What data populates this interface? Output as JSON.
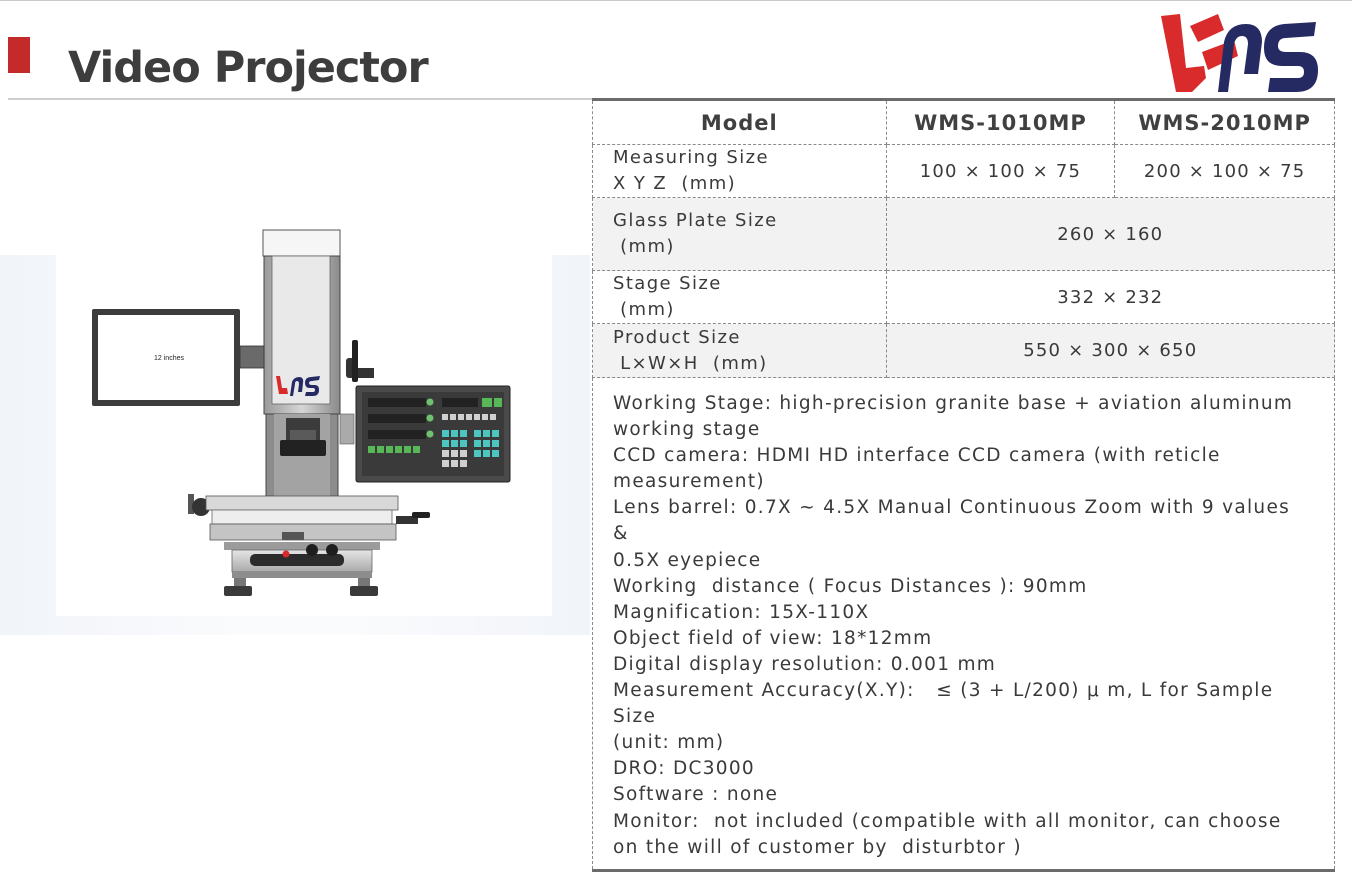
{
  "header": {
    "title": "Video Projector"
  },
  "product_image": {
    "screen_label": "12 inches"
  },
  "spec_table": {
    "header": {
      "model_label": "Model",
      "models": [
        "WMS-1010MP",
        "WMS-2010MP"
      ]
    },
    "rows": [
      {
        "label_lines": [
          "Measuring Size",
          "X Y Z  (mm)"
        ],
        "values": [
          "100 × 100 × 75",
          "200 × 100 × 75"
        ]
      },
      {
        "label_lines": [
          "Glass Plate Size",
          " (mm)"
        ],
        "value": "260 × 160"
      },
      {
        "label_lines": [
          "Stage Size",
          " (mm)"
        ],
        "value": "332 × 232"
      },
      {
        "label_lines": [
          "Product Size",
          " L×W×H  (mm)"
        ],
        "value": "550 × 300 × 650"
      }
    ],
    "features": [
      "Working Stage: high-precision granite base + aviation aluminum",
      "working stage",
      "CCD camera: HDMI HD interface CCD camera (with reticle",
      "measurement)",
      "Lens barrel: 0.7X ~ 4.5X Manual Continuous Zoom with 9 values  &",
      "0.5X eyepiece",
      "Working  distance ( Focus Distances ): 90mm",
      "Magnification: 15X-110X",
      "Object field of view: 18*12mm",
      "Digital display resolution: 0.001 mm",
      "Measurement Accuracy(X.Y):   ≤ (3 + L/200) μ m, L for Sample Size",
      "(unit: mm)",
      "DRO: DC3000",
      "Software : none",
      "Monitor:  not included (compatible with all monitor, can choose",
      "on the will of customer by  disturbtor )"
    ]
  },
  "colors": {
    "brand_red": "#d92b2b",
    "brand_navy": "#262a63",
    "title_accent": "#c42a2a"
  }
}
